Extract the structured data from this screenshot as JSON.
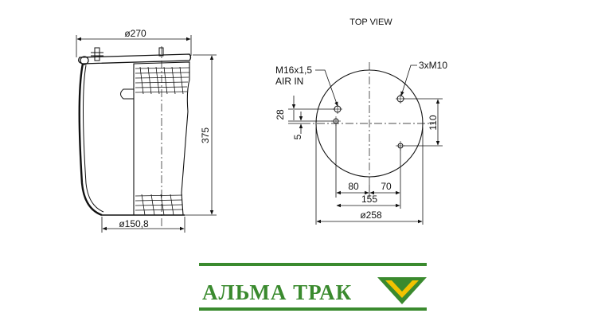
{
  "drawing": {
    "title": "TOP VIEW",
    "side_view": {
      "top_diameter": "ø270",
      "height": "375",
      "bottom_diameter": "ø150,8"
    },
    "top_view": {
      "air_inlet_thread": "M16x1,5",
      "air_inlet_label": "AIR IN",
      "stud_spec": "3xM10",
      "dim_28": "28",
      "dim_5": "5",
      "dim_110": "110",
      "dim_80": "80",
      "dim_70": "70",
      "dim_155": "155",
      "diameter": "ø258"
    }
  },
  "brand": {
    "name": "АЛЬМА ТРАК",
    "green": "#3a8a2e",
    "yellow": "#f2c200",
    "logo_icon": "chevron-check-icon"
  }
}
